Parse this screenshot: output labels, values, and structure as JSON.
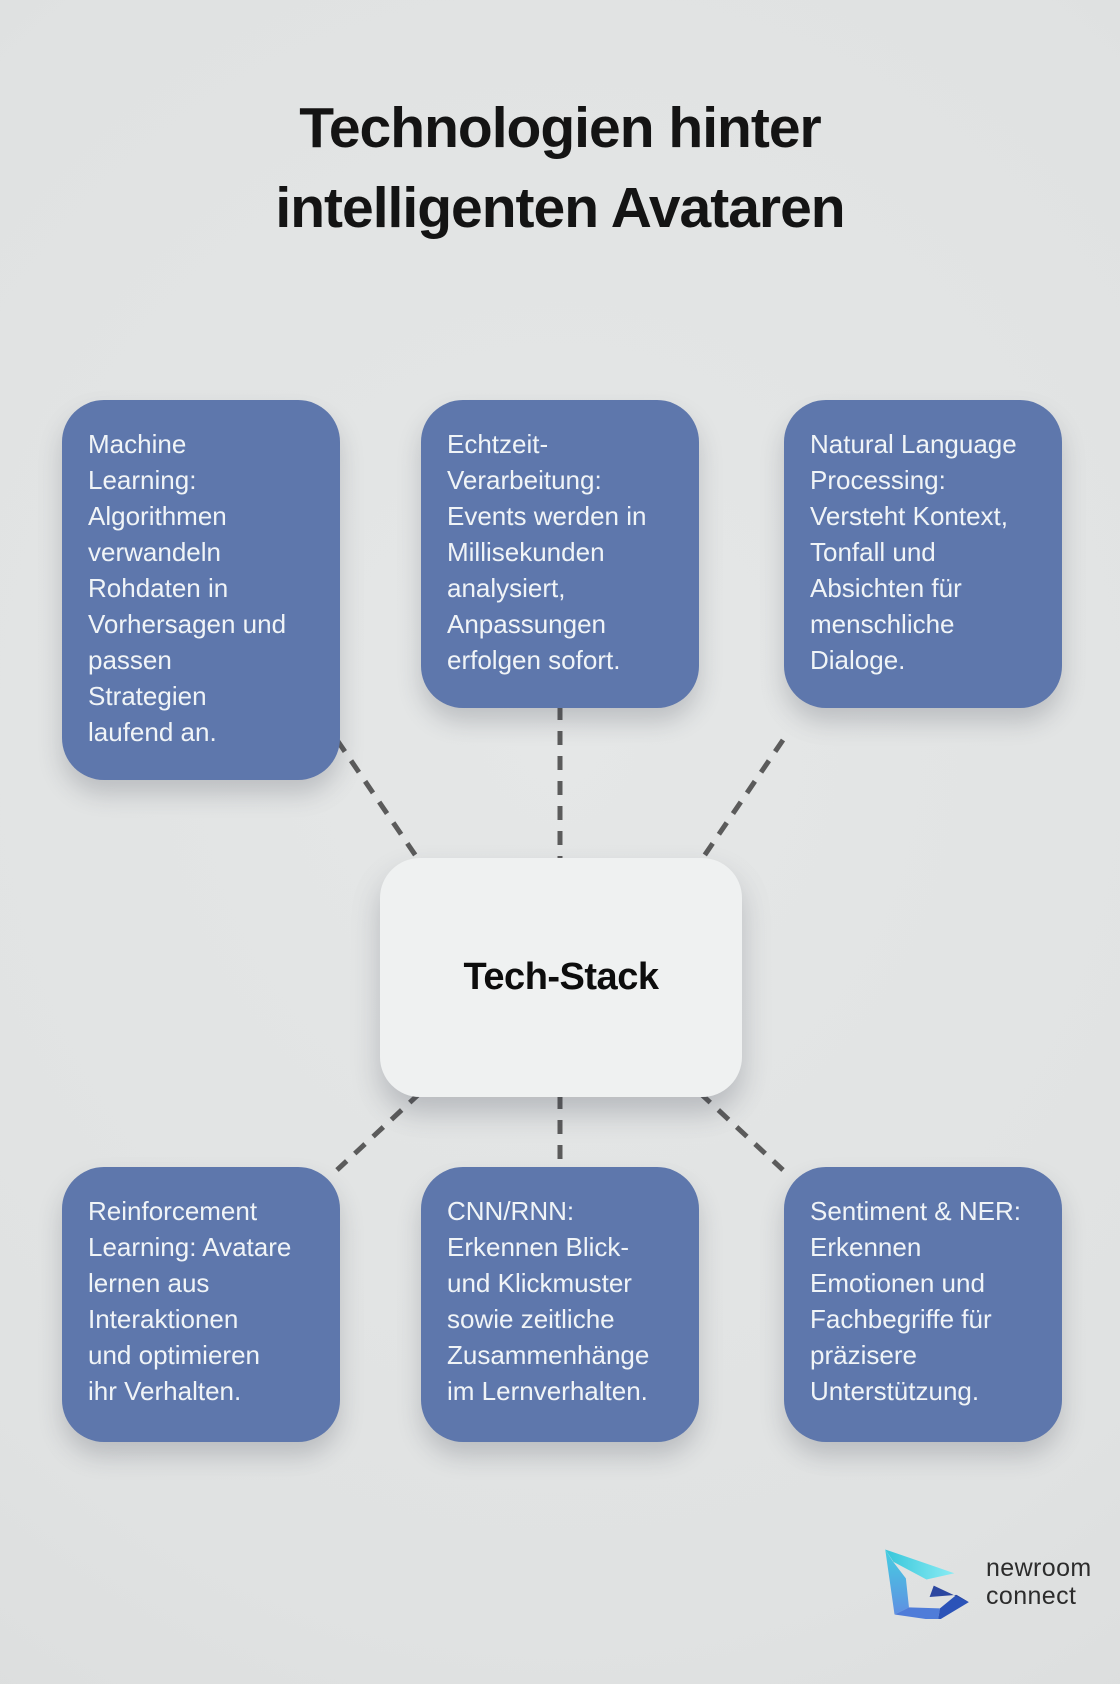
{
  "title": {
    "text": "Technologien hinter\nintelligenten Avataren"
  },
  "center_node": {
    "label": "Tech-Stack"
  },
  "nodes": [
    {
      "id": "machine-learning",
      "text": "Machine\nLearning:\nAlgorithmen\nverwandeln\nRohdaten in\nVorhersagen und\npassen\nStrategien\nlaufend an."
    },
    {
      "id": "echtzeit-verarbeitung",
      "text": "Echtzeit-\nVerarbeitung:\nEvents werden in\nMillisekunden\nanalysiert,\nAnpassungen\nerfolgen sofort."
    },
    {
      "id": "natural-language-processing",
      "text": "Natural Language\nProcessing:\nVersteht Kontext,\nTonfall und\nAbsichten für\nmenschliche\nDialoge."
    },
    {
      "id": "reinforcement-learning",
      "text": "Reinforcement\nLearning: Avatare\nlernen aus\nInteraktionen\nund optimieren\nihr Verhalten."
    },
    {
      "id": "cnn-rnn",
      "text": "CNN/RNN:\nErkennen Blick-\nund Klickmuster\nsowie zeitliche\nZusammenhänge\nim Lernverhalten."
    },
    {
      "id": "sentiment-ner",
      "text": "Sentiment & NER:\nErkennen\nEmotionen und\nFachbegriffe für\npräzisere\nUnterstützung."
    }
  ],
  "logo": {
    "name_line1": "newroom",
    "name_line2": "connect"
  },
  "colors": {
    "background": "#e0e2e2",
    "node_fill": "#5e77ac",
    "node_text": "#f0f4f7",
    "center_fill": "#eff1f1",
    "title_text": "#141414",
    "connector": "#5b5b5b",
    "logo_cyan": "#8aecf4",
    "logo_teal": "#38c6da",
    "logo_blue": "#4f7cd9",
    "logo_royal": "#2b53b8",
    "logo_navy": "#2c47a0",
    "logo_text": "#2c2c2c"
  }
}
